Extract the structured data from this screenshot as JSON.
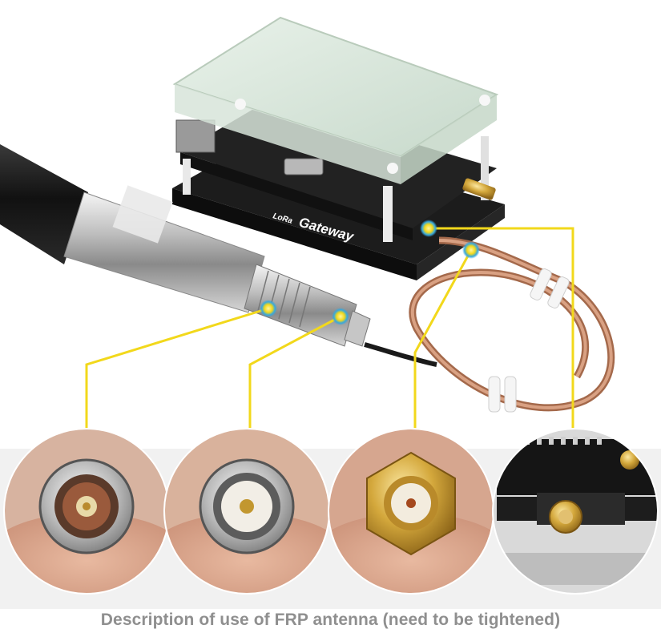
{
  "board": {
    "logo_text": "LoRa",
    "label_text": "Gateway"
  },
  "caption": "Description of use of FRP antenna (need to be tightened)",
  "colors": {
    "callout_line": "#f2d81b",
    "callout_dot": "#37a8dc",
    "caption_text": "#8f8f8f",
    "cable_copper": "#c98a66",
    "brass": "#d4a83c"
  }
}
